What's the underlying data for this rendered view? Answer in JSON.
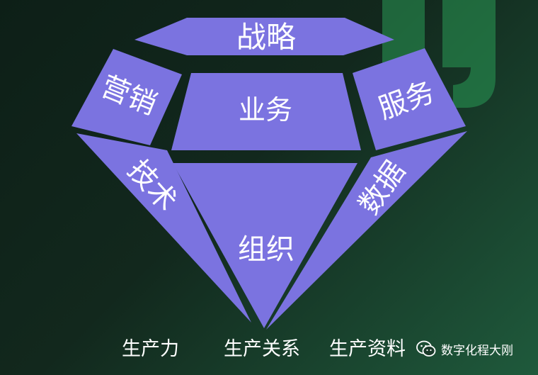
{
  "colors": {
    "facet": "#7b73e0",
    "accent_shape": "#2a9a56",
    "text": "#ffffff"
  },
  "facets": {
    "strategy": "战略",
    "marketing": "营销",
    "business": "业务",
    "service": "服务",
    "technology": "技术",
    "organization": "组织",
    "data": "数据"
  },
  "captions": {
    "productivity": "生产力",
    "relations": "生产关系",
    "means": "生产资料"
  },
  "watermark": {
    "icon": "wechat-icon",
    "label": "数字化程大刚"
  }
}
